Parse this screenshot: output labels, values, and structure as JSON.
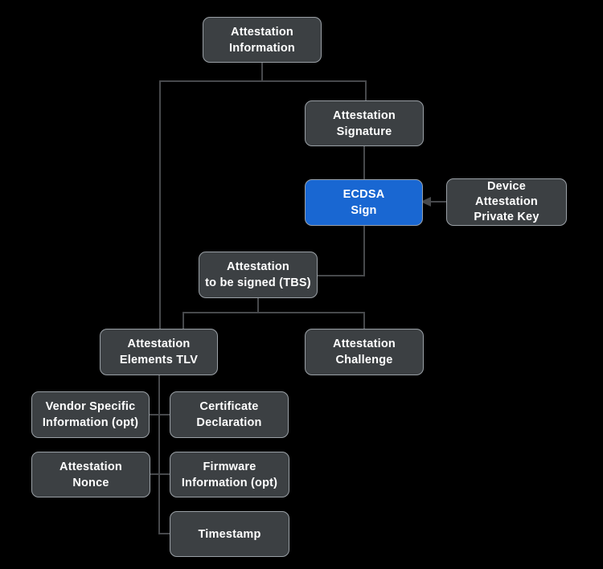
{
  "colors": {
    "background": "#000000",
    "node_fill": "#3c4043",
    "node_border": "#9aa0a6",
    "node_text": "#ffffff",
    "accent_fill": "#1967d2",
    "connector": "#47494c"
  },
  "nodes": {
    "attestation_information": {
      "label": "Attestation\nInformation"
    },
    "attestation_signature": {
      "label": "Attestation\nSignature"
    },
    "ecdsa_sign": {
      "label": "ECDSA\nSign"
    },
    "device_attestation_private_key": {
      "label": "Device\nAttestation\nPrivate Key"
    },
    "attestation_tbs": {
      "label": "Attestation\nto be signed (TBS)"
    },
    "attestation_elements_tlv": {
      "label": "Attestation\nElements TLV"
    },
    "attestation_challenge": {
      "label": "Attestation\nChallenge"
    },
    "vendor_specific_information": {
      "label": "Vendor Specific\nInformation (opt)"
    },
    "certificate_declaration": {
      "label": "Certificate\nDeclaration"
    },
    "attestation_nonce": {
      "label": "Attestation\nNonce"
    },
    "firmware_information": {
      "label": "Firmware\nInformation (opt)"
    },
    "timestamp": {
      "label": "Timestamp"
    }
  }
}
